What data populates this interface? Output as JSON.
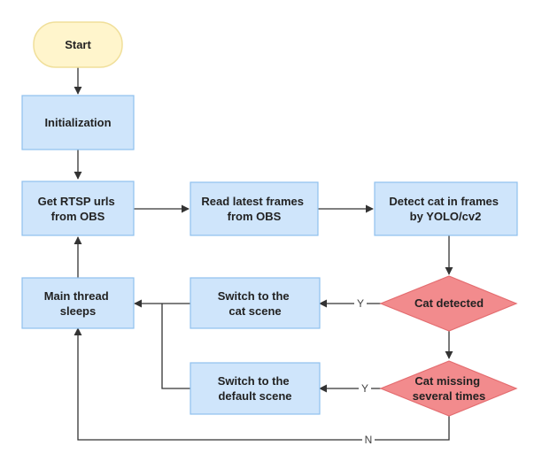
{
  "nodes": {
    "start": "Start",
    "init": "Initialization",
    "get_rtsp": [
      "Get RTSP urls",
      "from OBS"
    ],
    "read_frames": [
      "Read latest frames",
      "from OBS"
    ],
    "detect": [
      "Detect cat in frames",
      "by YOLO/cv2"
    ],
    "cat_detected": "Cat detected",
    "switch_cat": [
      "Switch to the",
      "cat scene"
    ],
    "main_sleep": [
      "Main thread",
      "sleeps"
    ],
    "cat_missing": [
      "Cat missing",
      "several times"
    ],
    "switch_default": [
      "Switch to the",
      "default scene"
    ]
  },
  "edge_labels": {
    "yes_detected": "Y",
    "yes_missing": "Y",
    "no_missing": "N"
  },
  "colors": {
    "process_fill": "#cfe5fb",
    "decision_fill": "#f28b8d",
    "start_fill": "#fff5cc"
  }
}
